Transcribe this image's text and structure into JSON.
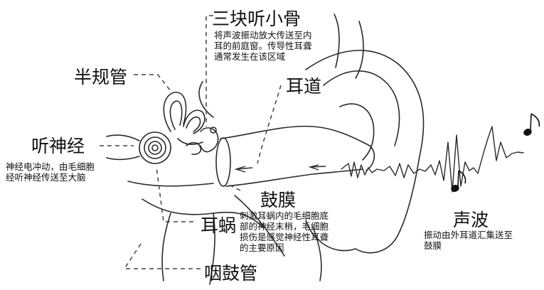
{
  "labels": {
    "ossicles": "三块听小骨",
    "ossicles_desc": [
      "将声波振动放大传送至内",
      "耳的前庭窗。传导性耳聋",
      "通常发生在该区域"
    ],
    "semicircular": "半规管",
    "ear_canal": "耳道",
    "auditory_nerve": "听神经",
    "auditory_nerve_desc": [
      "神经电冲动，由毛细胞",
      "经听神经传送至大脑"
    ],
    "eardrum": "鼓膜",
    "eardrum_desc": [
      "刺激耳蜗内的毛细胞底",
      "部的神经末梢，毛细胞",
      "损伤是感觉神经性耳聋",
      "的主要原因"
    ],
    "cochlea": "耳蜗",
    "eustachian": "咽鼓管",
    "sound_wave": "声波",
    "sound_wave_desc": [
      "振动由外耳道汇集送至",
      "鼓膜"
    ]
  },
  "colors": {
    "ink": "#111111",
    "sketch": "#2a2a2a",
    "leader": "#444444"
  },
  "icons": [
    "music-note-icon",
    "music-note-icon",
    "arrow-left-icon"
  ]
}
